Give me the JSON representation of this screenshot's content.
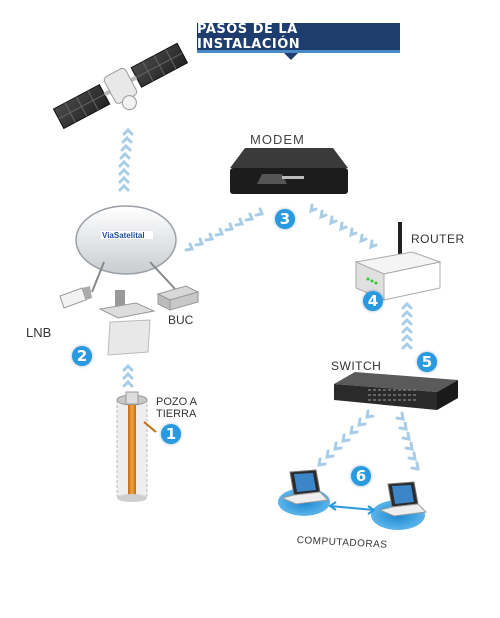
{
  "title": "PASOS DE LA INSTALACIÓN",
  "labels": {
    "modem": "MODEM",
    "router": "ROUTER",
    "buc": "BUC",
    "lnb": "LNB",
    "switch": "SWITCH",
    "pozo_line1": "POZO A",
    "pozo_line2": "TIERRA",
    "computadoras": "COMPUTADORAS",
    "dish_brand": "ViaSatelital"
  },
  "steps": [
    "1",
    "2",
    "3",
    "4",
    "5",
    "6"
  ],
  "colors": {
    "banner": "#1c3d6e",
    "badge": "#2a9ae0",
    "signal": "#a9cde6",
    "device_dark": "#1e1e1e"
  }
}
